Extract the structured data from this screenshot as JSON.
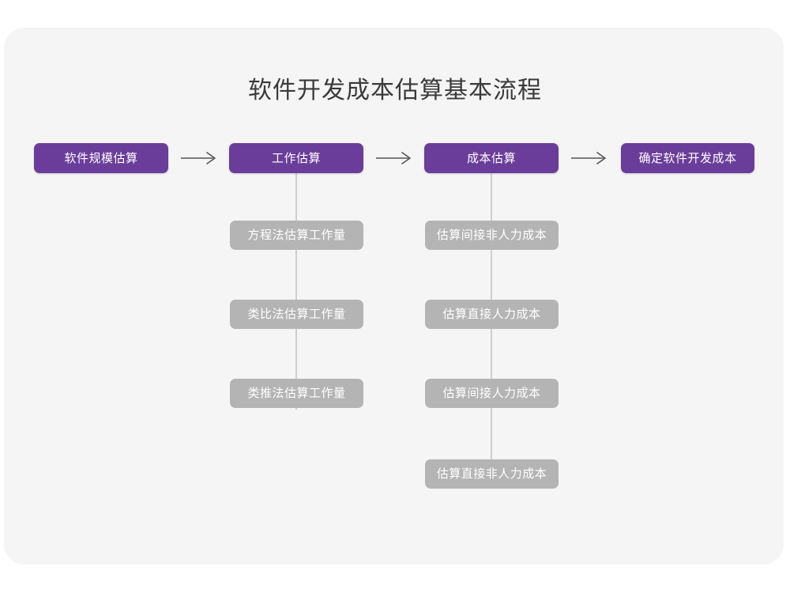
{
  "page": {
    "title": "软件开发成本估算基本流程",
    "background_color": "#ffffff",
    "card_color": "#f5f5f5"
  },
  "theme": {
    "primary_color": "#6a3d9a",
    "secondary_color": "#b4b4b4",
    "connector_color": "#cfcfcf",
    "arrow_color": "#555555",
    "title_color": "#3a3a3a",
    "node_text_color": "#ffffff"
  },
  "flow": {
    "stages": [
      {
        "id": "stage-1",
        "label": "软件规模估算",
        "sub_steps": []
      },
      {
        "id": "stage-2",
        "label": "工作估算",
        "sub_steps": [
          {
            "label": "方程法估算工作量"
          },
          {
            "label": "类比法估算工作量"
          },
          {
            "label": "类推法估算工作量"
          }
        ]
      },
      {
        "id": "stage-3",
        "label": "成本估算",
        "sub_steps": [
          {
            "label": "估算间接非人力成本"
          },
          {
            "label": "估算直接人力成本"
          },
          {
            "label": "估算间接人力成本"
          },
          {
            "label": "估算直接非人力成本"
          }
        ]
      },
      {
        "id": "stage-4",
        "label": "确定软件开发成本",
        "sub_steps": []
      }
    ],
    "connectors": [
      {
        "id": "arrow-1",
        "glyph": "right-arrow",
        "from": "stage-1",
        "to": "stage-2"
      },
      {
        "id": "arrow-2",
        "glyph": "right-arrow",
        "from": "stage-2",
        "to": "stage-3"
      },
      {
        "id": "arrow-3",
        "glyph": "right-arrow",
        "from": "stage-3",
        "to": "stage-4"
      }
    ]
  }
}
